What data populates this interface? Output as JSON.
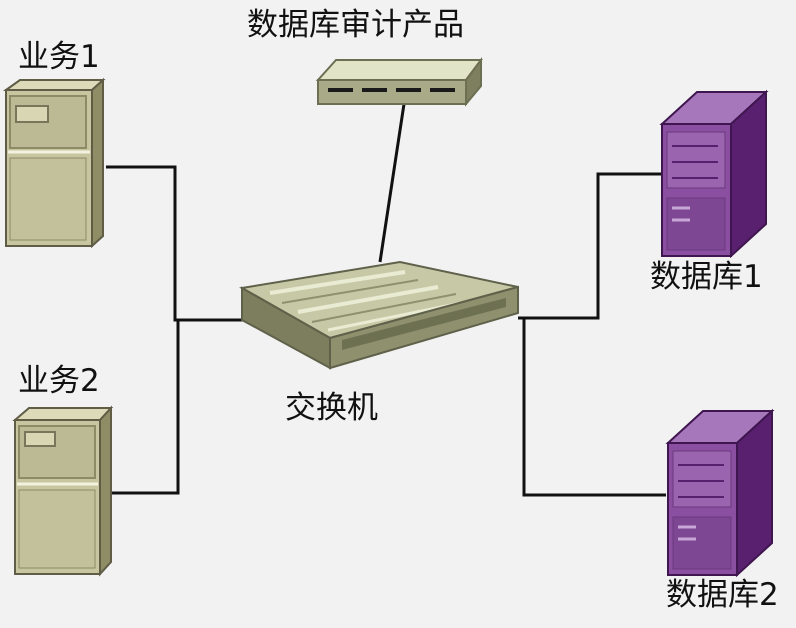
{
  "labels": {
    "audit_product": "数据库审计产品",
    "business1": "业务1",
    "business2": "业务2",
    "switch": "交换机",
    "database1": "数据库1",
    "database2": "数据库2"
  },
  "colors": {
    "background": "#f2f2f2",
    "server_face": "#c8c6a0",
    "server_side": "#8f8d66",
    "switch_top": "#c9cba8",
    "switch_front": "#8e906e",
    "database_front": "#8a4fa0",
    "database_side": "#5a2070",
    "line": "#111111"
  }
}
